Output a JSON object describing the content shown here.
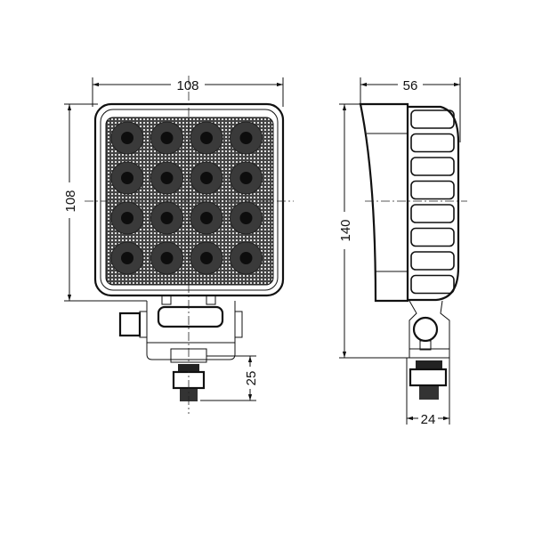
{
  "drawing": {
    "front_view": {
      "width_dim": "108",
      "height_dim": "108",
      "bolt_dim": "25",
      "led_rows": 4,
      "led_cols": 4
    },
    "side_view": {
      "depth_dim": "56",
      "total_height_dim": "140",
      "bracket_width_dim": "24",
      "fin_count": 8
    },
    "colors": {
      "line": "#111111",
      "lens": "#3a3a3a",
      "background": "#ffffff"
    }
  }
}
